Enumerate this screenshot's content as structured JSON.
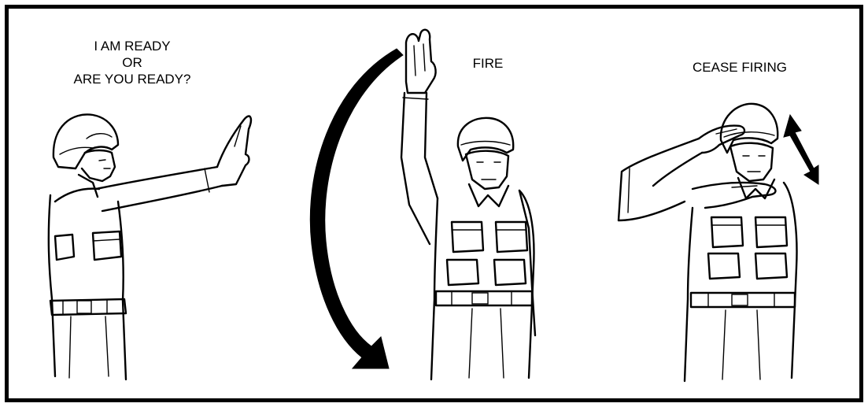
{
  "panels": [
    {
      "caption_lines": [
        "I AM READY",
        "OR",
        "ARE YOU READY?"
      ]
    },
    {
      "caption_lines": [
        "FIRE"
      ]
    },
    {
      "caption_lines": [
        "CEASE FIRING"
      ]
    }
  ],
  "colors": {
    "ink": "#000000",
    "background": "#ffffff"
  },
  "icons": [
    "curved-arrow-icon",
    "double-headed-arrow-icon"
  ]
}
